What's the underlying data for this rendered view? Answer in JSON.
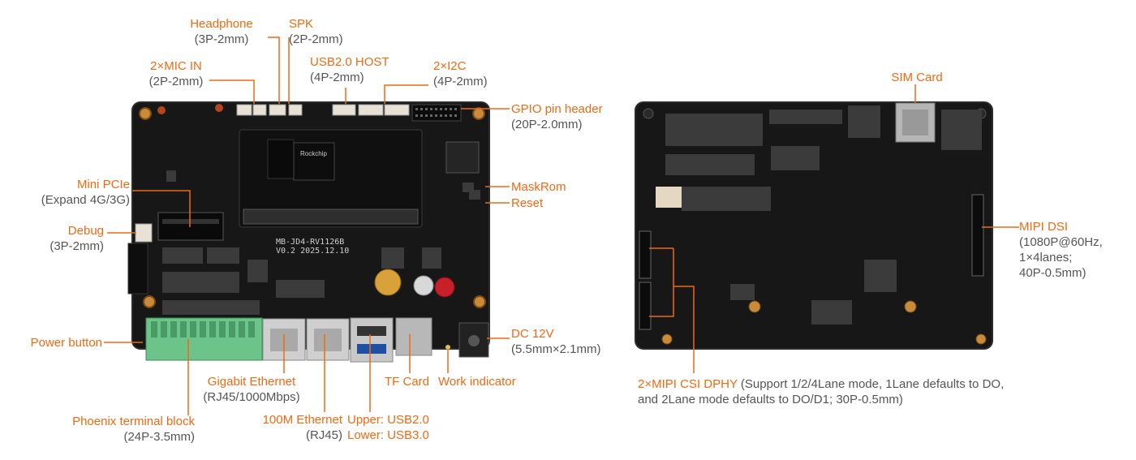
{
  "labels": {
    "headphone": {
      "title": "Headphone",
      "spec": "(3P-2mm)"
    },
    "spk": {
      "title": "SPK",
      "spec": "(2P-2mm)"
    },
    "mic_in": {
      "title": "2×MIC IN",
      "spec": "(2P-2mm)"
    },
    "usb_host": {
      "title": "USB2.0 HOST",
      "spec": "(4P-2mm)"
    },
    "i2c": {
      "title": "2×I2C",
      "spec": "(4P-2mm)"
    },
    "gpio": {
      "title": "GPIO pin header",
      "spec": "(20P-2.0mm)"
    },
    "mini_pcie": {
      "title": "Mini PCIe",
      "spec": "(Expand 4G/3G)"
    },
    "debug": {
      "title": "Debug",
      "spec": "(3P-2mm)"
    },
    "maskrom": {
      "title": "MaskRom"
    },
    "reset": {
      "title": "Reset"
    },
    "power_button": {
      "title": "Power button"
    },
    "dc_12v": {
      "title": "DC 12V",
      "spec": "(5.5mm×2.1mm)"
    },
    "gigabit": {
      "title": "Gigabit Ethernet",
      "spec": "(RJ45/1000Mbps)"
    },
    "tf_card": {
      "title": "TF Card"
    },
    "work_indicator": {
      "title": "Work indicator"
    },
    "phoenix": {
      "title": "Phoenix terminal block",
      "spec": "(24P-3.5mm)"
    },
    "ethernet_100m": {
      "title": "100M Ethernet",
      "spec": "(RJ45)"
    },
    "usb_stack": {
      "upper": "Upper: USB2.0",
      "lower": "Lower: USB3.0"
    },
    "sim_card": {
      "title": "SIM Card"
    },
    "mipi_dsi": {
      "title": "MIPI DSI",
      "spec1": "(1080P@60Hz,",
      "spec2": "1×4lanes;",
      "spec3": "40P-0.5mm)"
    },
    "mipi_csi": {
      "title": "2×MIPI CSI DPHY",
      "desc1": " (Support 1/2/4Lane  mode, 1Lane defaults to  DO,",
      "desc2": "and 2Lane mode  defaults to DO/D1;  30P-0.5mm)"
    }
  },
  "board_print": {
    "model": "MB-JD4-RV1126B",
    "version": "V0.2 2025.12.10",
    "som": "Rockchip"
  },
  "colors": {
    "accent": "#ee6a12",
    "sub": "#555555",
    "pcb": "#1a1a1a",
    "terminal": "#6cc48a"
  }
}
